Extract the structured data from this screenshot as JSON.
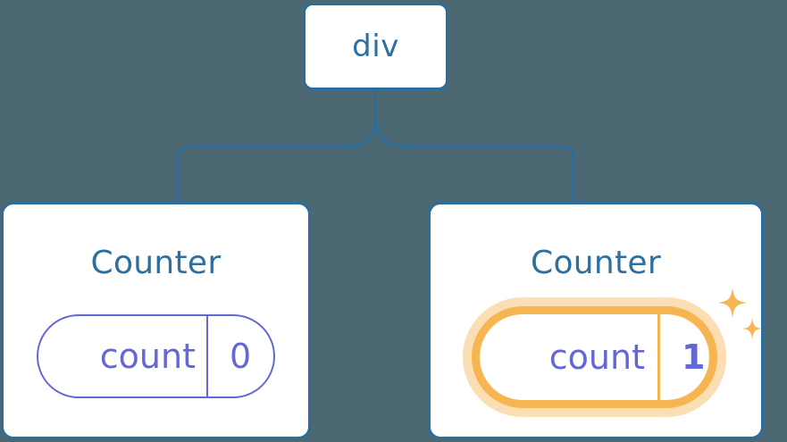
{
  "diagram": {
    "type": "component-tree",
    "background_color": "#4c6873",
    "node_border_color": "#2c6d9c",
    "node_text_color": "#2e6f9e",
    "state_color": "#6368d6",
    "highlight_color": "#f7b551",
    "highlight_glow_color": "#fbdeb3",
    "connector_color": "#2c6d9c"
  },
  "root": {
    "label": "div"
  },
  "children": [
    {
      "title": "Counter",
      "state": {
        "key": "count",
        "value": "0",
        "highlighted": false
      }
    },
    {
      "title": "Counter",
      "state": {
        "key": "count",
        "value": "1",
        "highlighted": true
      },
      "decoration": "sparkles-icon"
    }
  ]
}
